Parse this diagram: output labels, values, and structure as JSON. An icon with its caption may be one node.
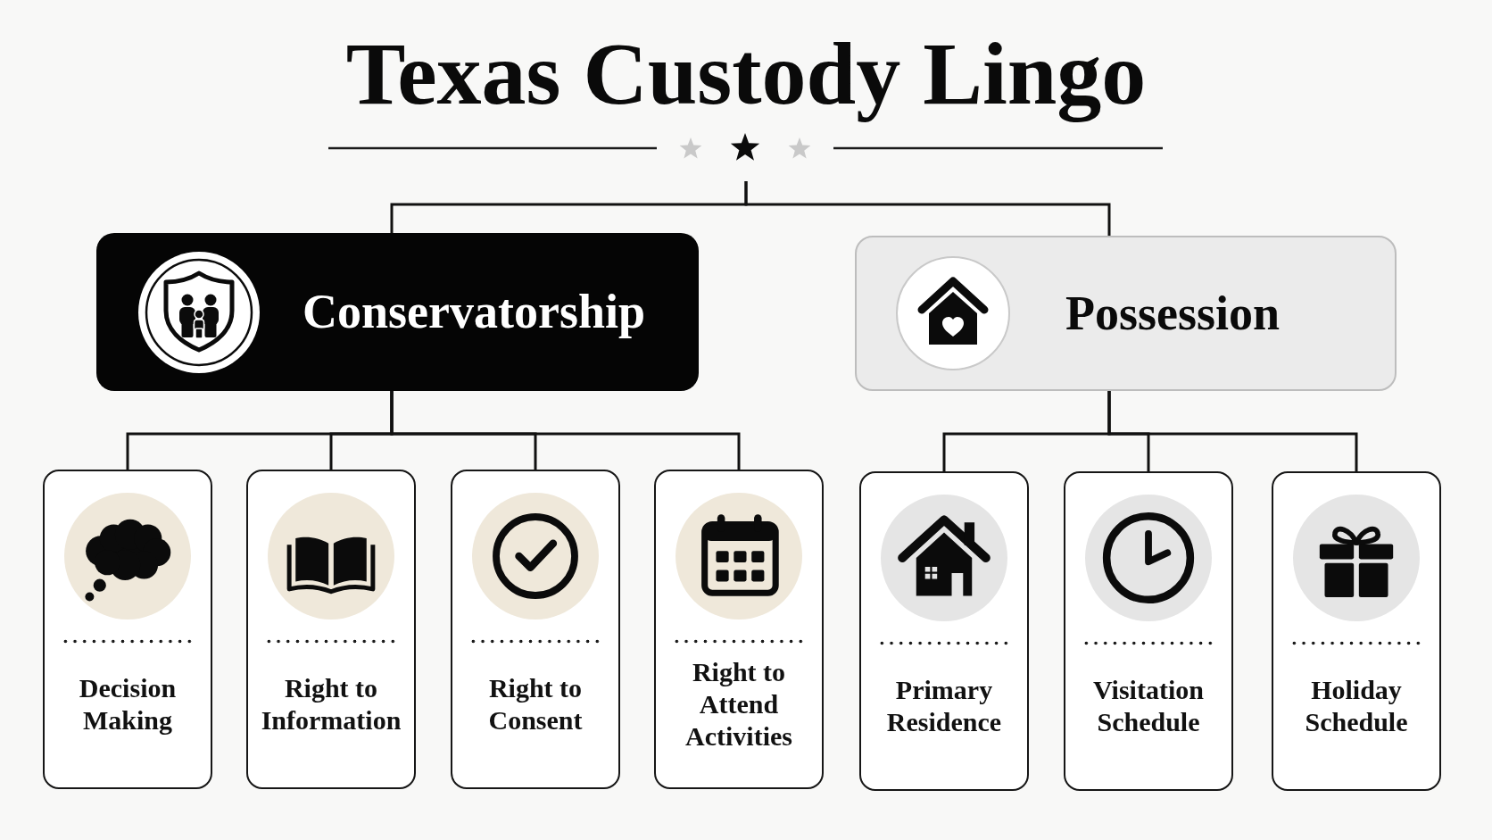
{
  "diagram": {
    "title": "Texas Custody Lingo",
    "nodes": [
      {
        "text": [
          "Conservatorship"
        ]
      },
      {
        "text": [
          "Possession"
        ]
      },
      {
        "text": [
          "Decision Making"
        ]
      },
      {
        "text": [
          "Right to Information"
        ]
      },
      {
        "text": [
          "Right to Consent"
        ]
      },
      {
        "text": [
          "Right to Attend Activities"
        ]
      },
      {
        "text": [
          "Primary Residence"
        ]
      },
      {
        "text": [
          "Visitation Schedule"
        ]
      },
      {
        "text": [
          "Holiday Schedule"
        ]
      }
    ],
    "edges": [
      {
        "from": null,
        "to": 0,
        "arrow": "none"
      },
      {
        "from": null,
        "to": 1,
        "arrow": "none"
      },
      {
        "from": 0,
        "to": 2,
        "arrow": "none"
      },
      {
        "from": 0,
        "to": 3,
        "arrow": "none"
      },
      {
        "from": 0,
        "to": 4,
        "arrow": "none"
      },
      {
        "from": 0,
        "to": 5,
        "arrow": "none"
      },
      {
        "from": 1,
        "to": 6,
        "arrow": "none"
      },
      {
        "from": 1,
        "to": 7,
        "arrow": "none"
      },
      {
        "from": 1,
        "to": 8,
        "arrow": "none"
      }
    ]
  }
}
